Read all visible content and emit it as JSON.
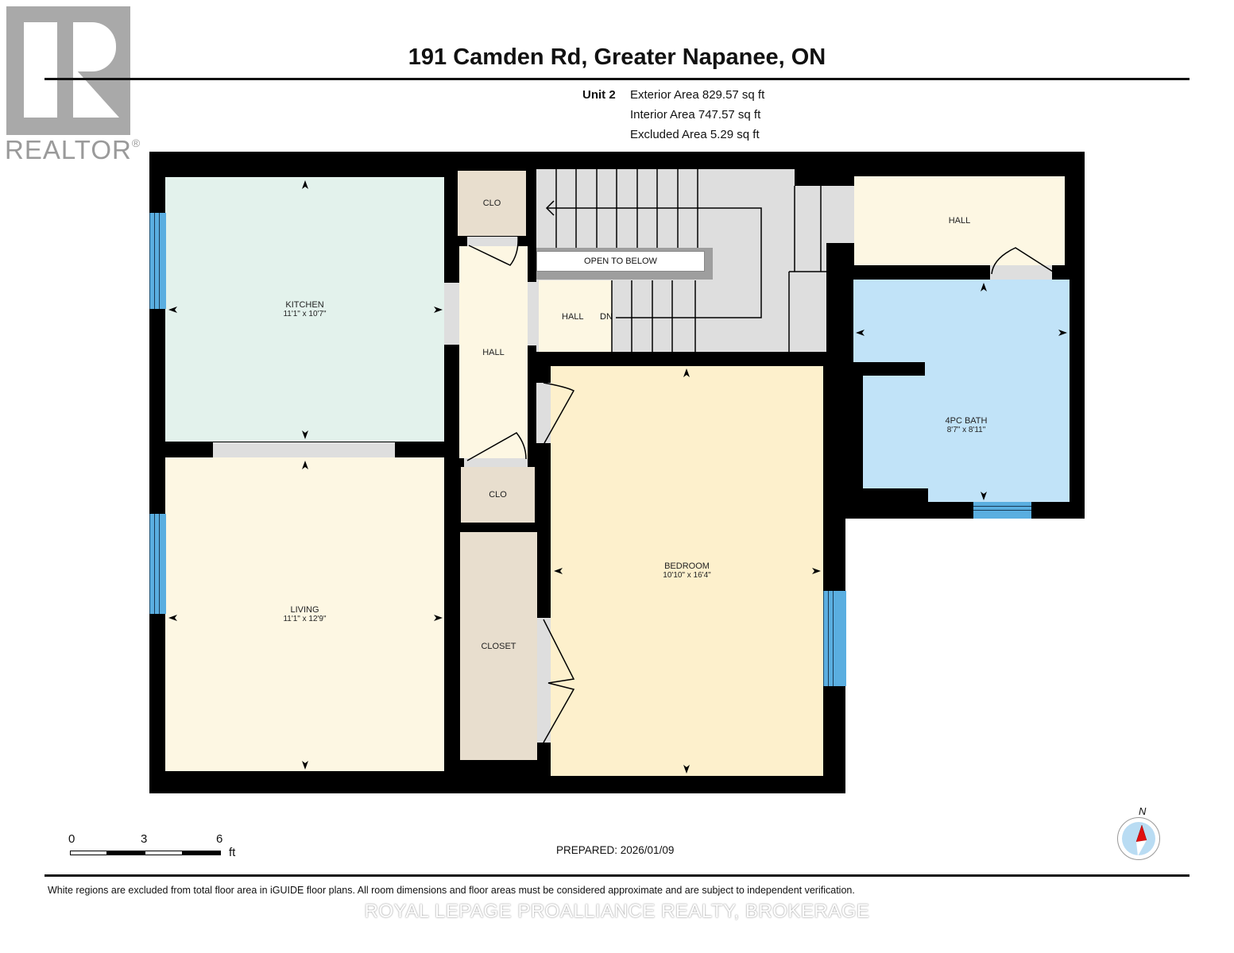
{
  "logo": {
    "text": "REALTOR",
    "mark": "®"
  },
  "header": {
    "title": "191 Camden Rd, Greater Napanee, ON",
    "unit": "Unit 2",
    "areas": [
      "Exterior Area 829.57 sq ft",
      "Interior Area 747.57 sq ft",
      "Excluded Area 5.29 sq ft"
    ]
  },
  "rooms": {
    "kitchen": {
      "name": "KITCHEN",
      "dim": "11'1\" x 10'7\""
    },
    "living": {
      "name": "LIVING",
      "dim": "11'1\" x 12'9\""
    },
    "bedroom": {
      "name": "BEDROOM",
      "dim": "10'10\" x 16'4\""
    },
    "bath": {
      "name": "4PC BATH",
      "dim": "8'7\" x 8'11\""
    },
    "clo_top": {
      "name": "CLO"
    },
    "clo_mid": {
      "name": "CLO"
    },
    "closet": {
      "name": "CLOSET"
    },
    "hall_center": {
      "name": "HALL"
    },
    "hall_stair": {
      "name": "HALL"
    },
    "hall_right": {
      "name": "HALL"
    },
    "open_below": {
      "name": "OPEN TO BELOW"
    },
    "stair_dn": {
      "name": "DN"
    }
  },
  "colors": {
    "wall": "#000000",
    "kitchen": "#e3f2ec",
    "living": "#fdf7e3",
    "bedroom": "#fdf0cc",
    "closet": "#e8dece",
    "bath": "#c1e3f8",
    "stairs": "#dedede",
    "window": "#5aaee0"
  },
  "scale": {
    "ticks": [
      "0",
      "3",
      "6"
    ],
    "unit": "ft"
  },
  "compass": {
    "label": "N"
  },
  "footer": {
    "prepared": "PREPARED: 2026/01/09",
    "disclaimer": "White regions are excluded from total floor area in iGUIDE floor plans. All room dimensions and floor areas must be considered approximate and are subject to independent verification.",
    "brokerage": "ROYAL LEPAGE PROALLIANCE REALTY, BROKERAGE"
  }
}
